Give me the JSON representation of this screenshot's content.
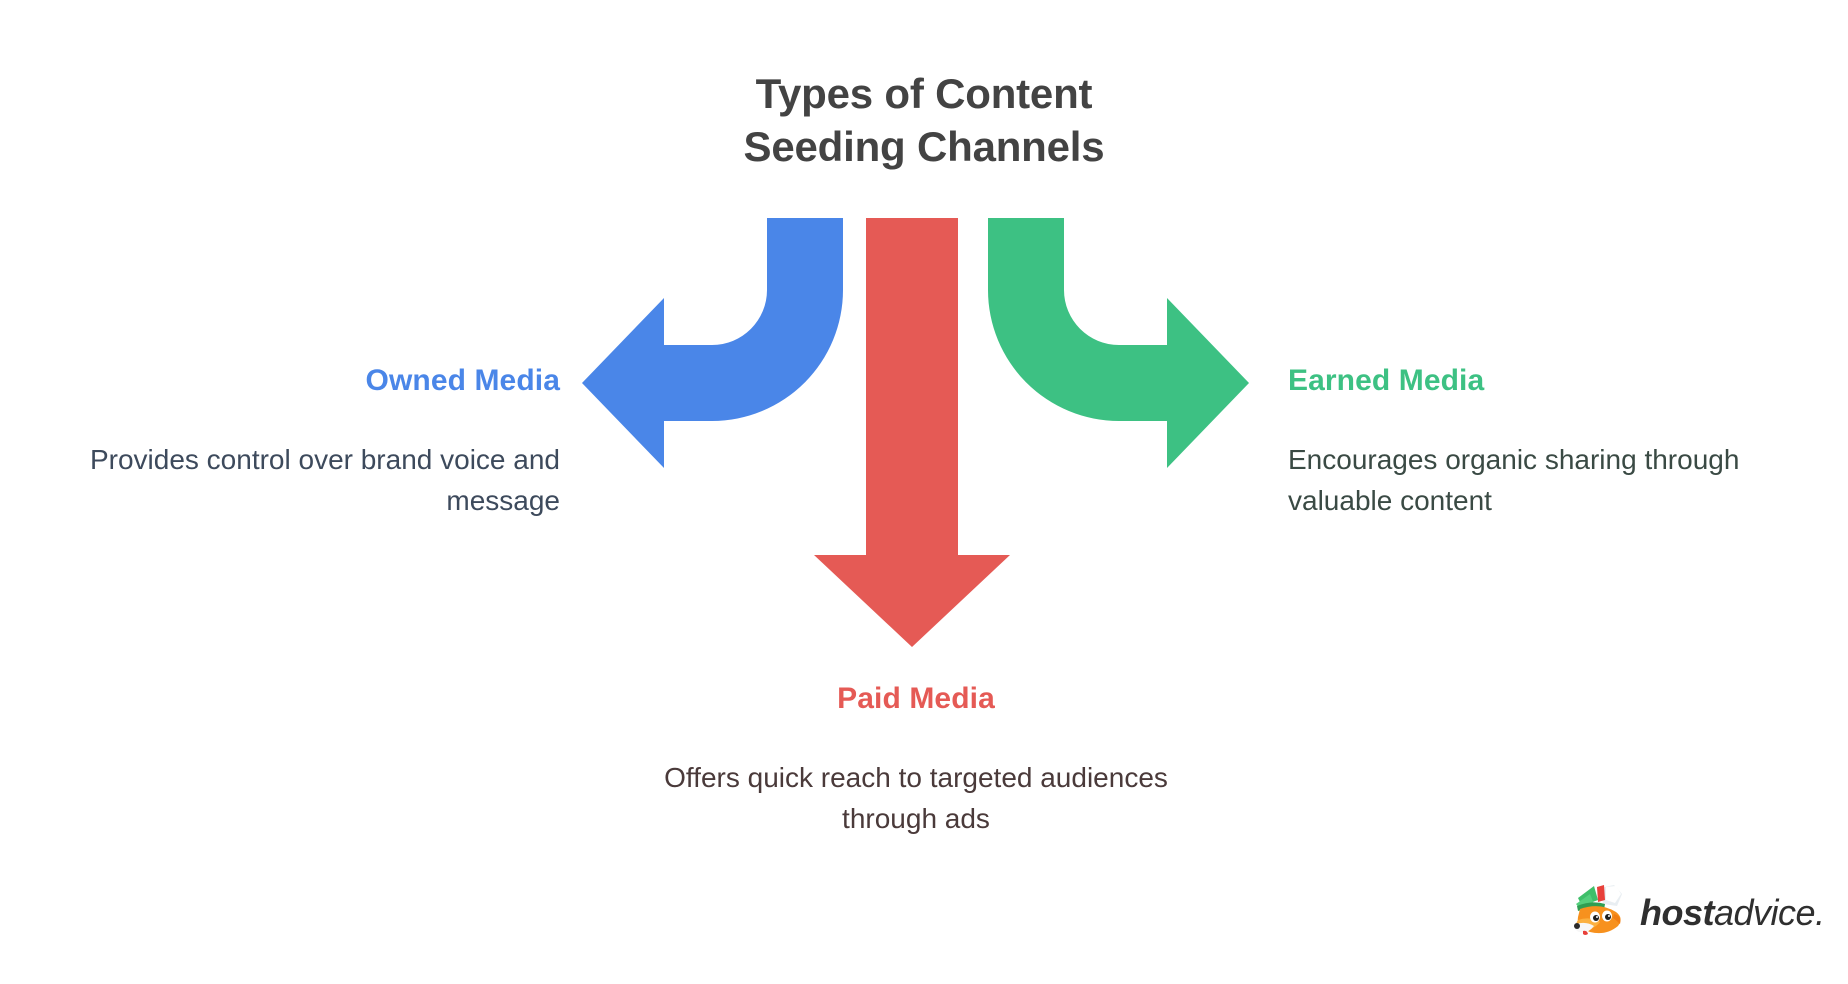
{
  "title": {
    "line1": "Types of Content",
    "line2": "Seeding Channels",
    "color": "#434343"
  },
  "branches": [
    {
      "id": "owned",
      "label": "Owned Media",
      "description": "Provides control over brand voice and message",
      "color": "#4a86e8",
      "direction": "left",
      "arrow_icon": "curved-arrow-left-icon"
    },
    {
      "id": "paid",
      "label": "Paid Media",
      "description": "Offers quick reach to targeted audiences through ads",
      "color": "#e55a55",
      "direction": "down",
      "arrow_icon": "arrow-down-icon"
    },
    {
      "id": "earned",
      "label": "Earned Media",
      "description": "Encourages organic sharing through valuable content",
      "color": "#3dc183",
      "direction": "right",
      "arrow_icon": "curved-arrow-right-icon"
    }
  ],
  "logo": {
    "name_bold": "host",
    "name_regular": "advice.",
    "mark_icon": "fox-mascot-icon",
    "text_color": "#2f2f2f"
  },
  "background_color": "#ffffff"
}
